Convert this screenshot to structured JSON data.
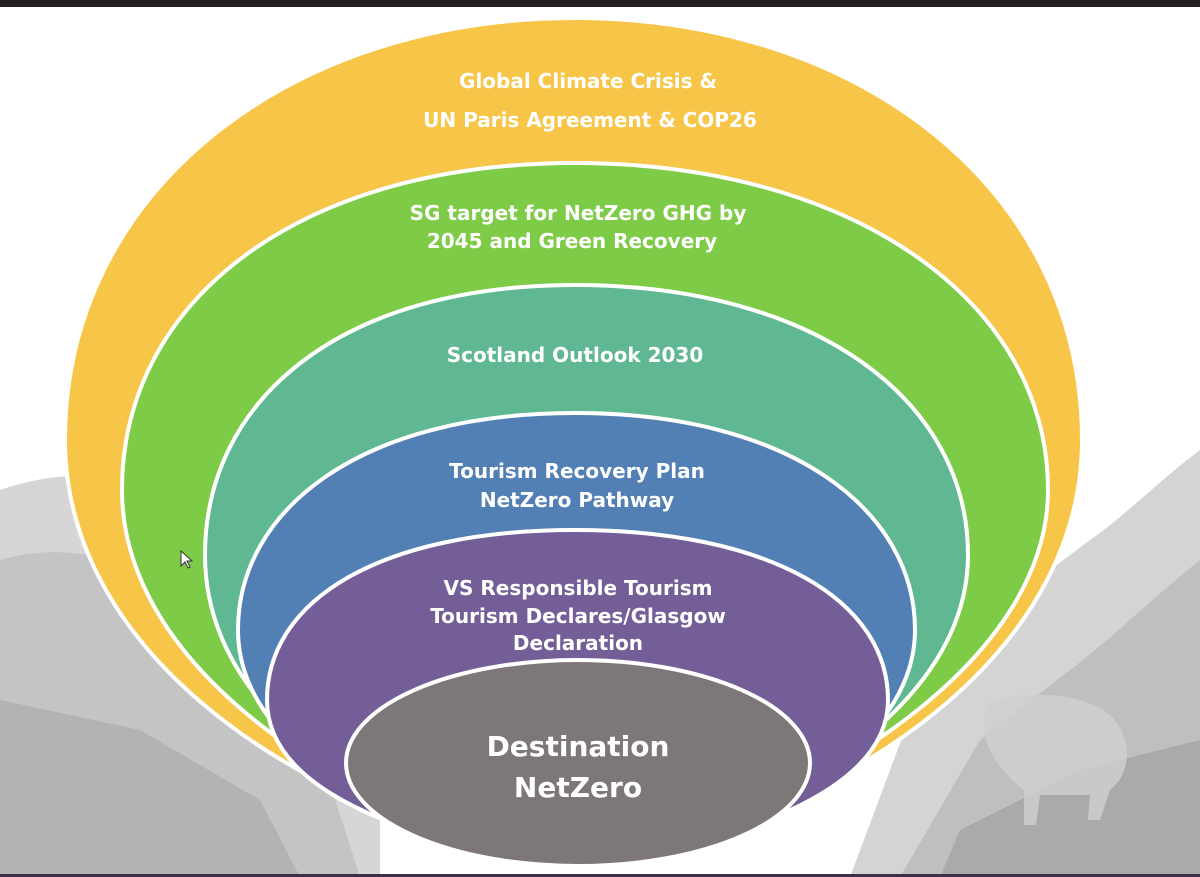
{
  "diagram": {
    "layers": [
      {
        "id": "global",
        "lines": [
          "Global Climate Crisis &",
          "UN Paris Agreement & COP26"
        ],
        "color": "#f7c548"
      },
      {
        "id": "sg-target",
        "lines": [
          "SG target for NetZero GHG by",
          "2045 and Green Recovery"
        ],
        "color": "#7ecb47"
      },
      {
        "id": "scotland-outlook",
        "lines": [
          "Scotland Outlook 2030"
        ],
        "color": "#5fb892"
      },
      {
        "id": "tourism-recovery",
        "lines": [
          "Tourism Recovery Plan",
          "NetZero Pathway"
        ],
        "color": "#5280b4"
      },
      {
        "id": "responsible-tourism",
        "lines": [
          "VS  Responsible Tourism",
          "Tourism Declares/Glasgow",
          "Declaration"
        ],
        "color": "#745e98"
      },
      {
        "id": "destination",
        "lines": [
          "Destination",
          "NetZero"
        ],
        "color": "#7d7777"
      }
    ]
  }
}
